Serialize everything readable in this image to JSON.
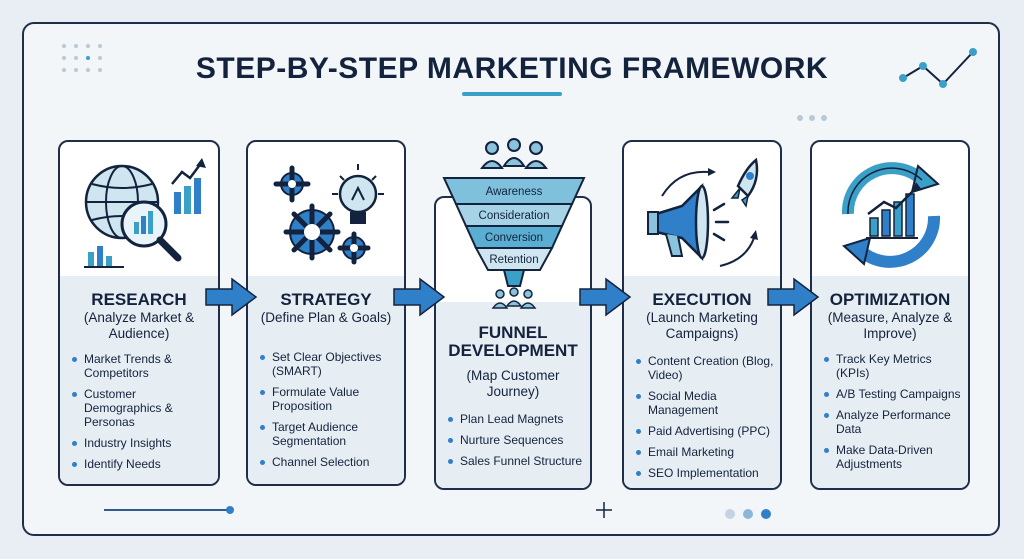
{
  "title": "STEP-BY-STEP MARKETING FRAMEWORK",
  "colors": {
    "accent": "#2f7fc9",
    "teal": "#3aa0c8",
    "dark": "#14233d",
    "panel": "#e6edf3"
  },
  "steps": [
    {
      "heading": "RESEARCH",
      "subtitle": "(Analyze Market & Audience)",
      "icon": "globe-magnifier-chart-icon",
      "bullets": [
        "Market Trends & Competitors",
        "Customer Demographics & Personas",
        "Industry Insights",
        "Identify Needs"
      ]
    },
    {
      "heading": "STRATEGY",
      "subtitle": "(Define Plan & Goals)",
      "icon": "gears-lightbulb-icon",
      "bullets": [
        "Set Clear Objectives (SMART)",
        "Formulate Value Proposition",
        "Target Audience Segmentation",
        "Channel Selection"
      ]
    },
    {
      "heading": "FUNNEL DEVELOPMENT",
      "subtitle": "(Map Customer Journey)",
      "icon": "funnel-icon",
      "funnel_stages": [
        "Awareness",
        "Consideration",
        "Conversion",
        "Retention"
      ],
      "bullets": [
        "Plan Lead Magnets",
        "Nurture Sequences",
        "Sales Funnel Structure"
      ]
    },
    {
      "heading": "EXECUTION",
      "subtitle": "(Launch Marketing Campaigns)",
      "icon": "megaphone-rocket-icon",
      "bullets": [
        "Content Creation (Blog, Video)",
        "Social Media Management",
        "Paid Advertising (PPC)",
        "Email Marketing",
        "SEO Implementation"
      ]
    },
    {
      "heading": "OPTIMIZATION",
      "subtitle": "(Measure, Analyze & Improve)",
      "icon": "cycle-chart-icon",
      "bullets": [
        "Track Key Metrics (KPIs)",
        "A/B Testing Campaigns",
        "Analyze Performance Data",
        "Make Data-Driven Adjustments"
      ]
    }
  ]
}
